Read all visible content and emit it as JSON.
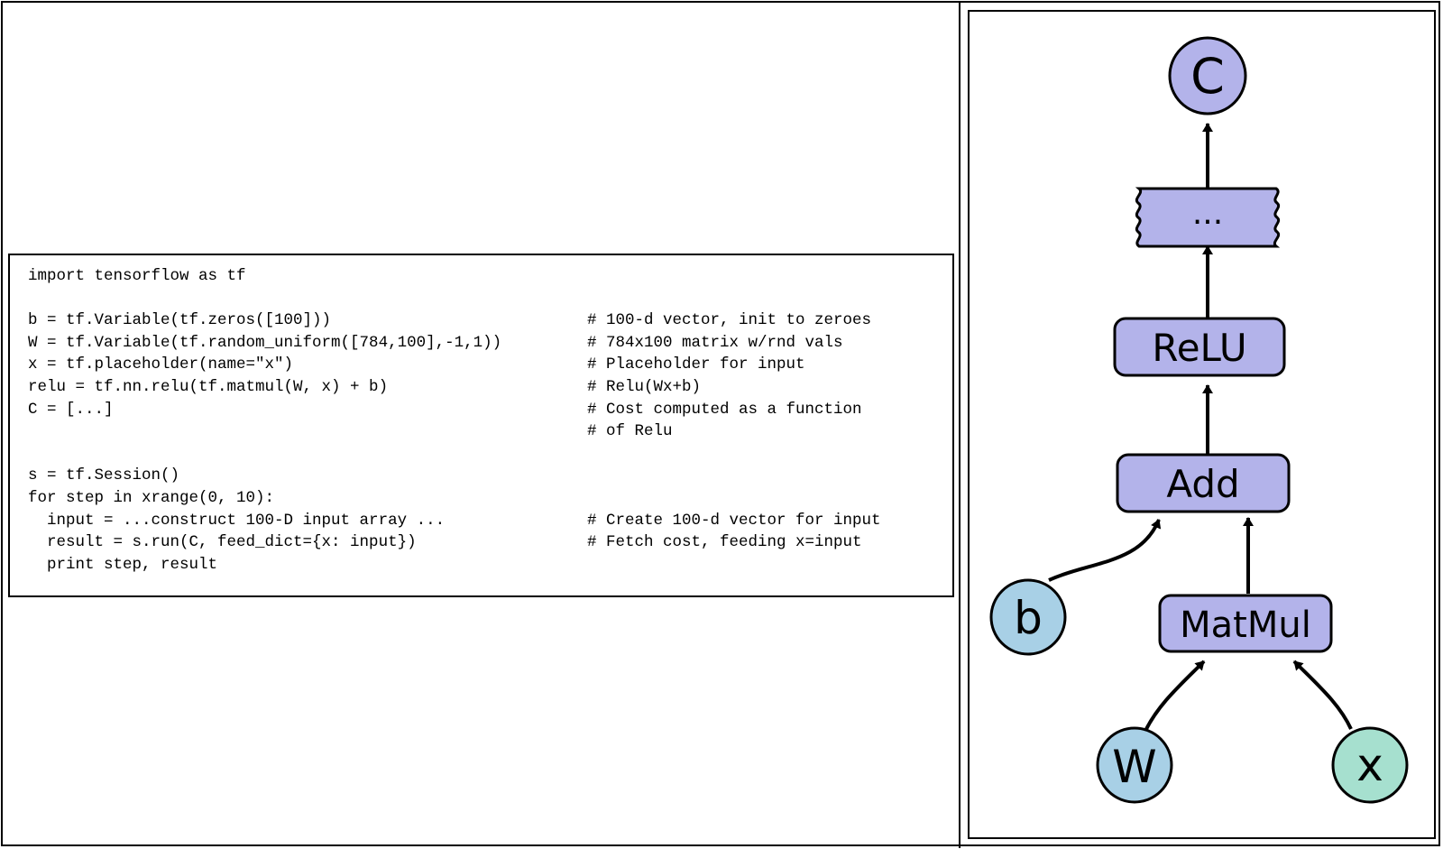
{
  "code": {
    "lines": [
      {
        "stmt": "import tensorflow as tf",
        "comment": ""
      },
      {
        "stmt": "",
        "comment": ""
      },
      {
        "stmt": "b = tf.Variable(tf.zeros([100]))",
        "comment": "# 100-d vector, init to zeroes"
      },
      {
        "stmt": "W = tf.Variable(tf.random_uniform([784,100],-1,1))",
        "comment": "# 784x100 matrix w/rnd vals"
      },
      {
        "stmt": "x = tf.placeholder(name=\"x\")",
        "comment": "# Placeholder for input"
      },
      {
        "stmt": "relu = tf.nn.relu(tf.matmul(W, x) + b)",
        "comment": "# Relu(Wx+b)"
      },
      {
        "stmt": "C = [...]",
        "comment": "# Cost computed as a function"
      },
      {
        "stmt": "",
        "comment": "# of Relu"
      },
      {
        "stmt": "",
        "comment": ""
      },
      {
        "stmt": "s = tf.Session()",
        "comment": ""
      },
      {
        "stmt": "for step in xrange(0, 10):",
        "comment": ""
      },
      {
        "stmt": "  input = ...construct 100-D input array ...",
        "comment": "# Create 100-d vector for input"
      },
      {
        "stmt": "  result = s.run(C, feed_dict={x: input})",
        "comment": "# Fetch cost, feeding x=input"
      },
      {
        "stmt": "  print step, result",
        "comment": ""
      }
    ]
  },
  "graph": {
    "nodes": {
      "C": {
        "label": "C",
        "shape": "circle",
        "color": "#b3b3ea"
      },
      "ellipsis": {
        "label": "...",
        "shape": "torn-rect",
        "color": "#b3b3ea"
      },
      "relu": {
        "label": "ReLU",
        "shape": "rounded-rect",
        "color": "#b3b3ea"
      },
      "add": {
        "label": "Add",
        "shape": "rounded-rect",
        "color": "#b3b3ea"
      },
      "b": {
        "label": "b",
        "shape": "circle",
        "color": "#a8d0e6"
      },
      "matmul": {
        "label": "MatMul",
        "shape": "rounded-rect",
        "color": "#b3b3ea"
      },
      "W": {
        "label": "W",
        "shape": "circle",
        "color": "#a8d0e6"
      },
      "x": {
        "label": "x",
        "shape": "circle",
        "color": "#a6e0cf"
      }
    },
    "edges": [
      {
        "from": "ellipsis",
        "to": "C"
      },
      {
        "from": "relu",
        "to": "ellipsis"
      },
      {
        "from": "add",
        "to": "relu"
      },
      {
        "from": "b",
        "to": "add"
      },
      {
        "from": "matmul",
        "to": "add"
      },
      {
        "from": "W",
        "to": "matmul"
      },
      {
        "from": "x",
        "to": "matmul"
      }
    ]
  }
}
